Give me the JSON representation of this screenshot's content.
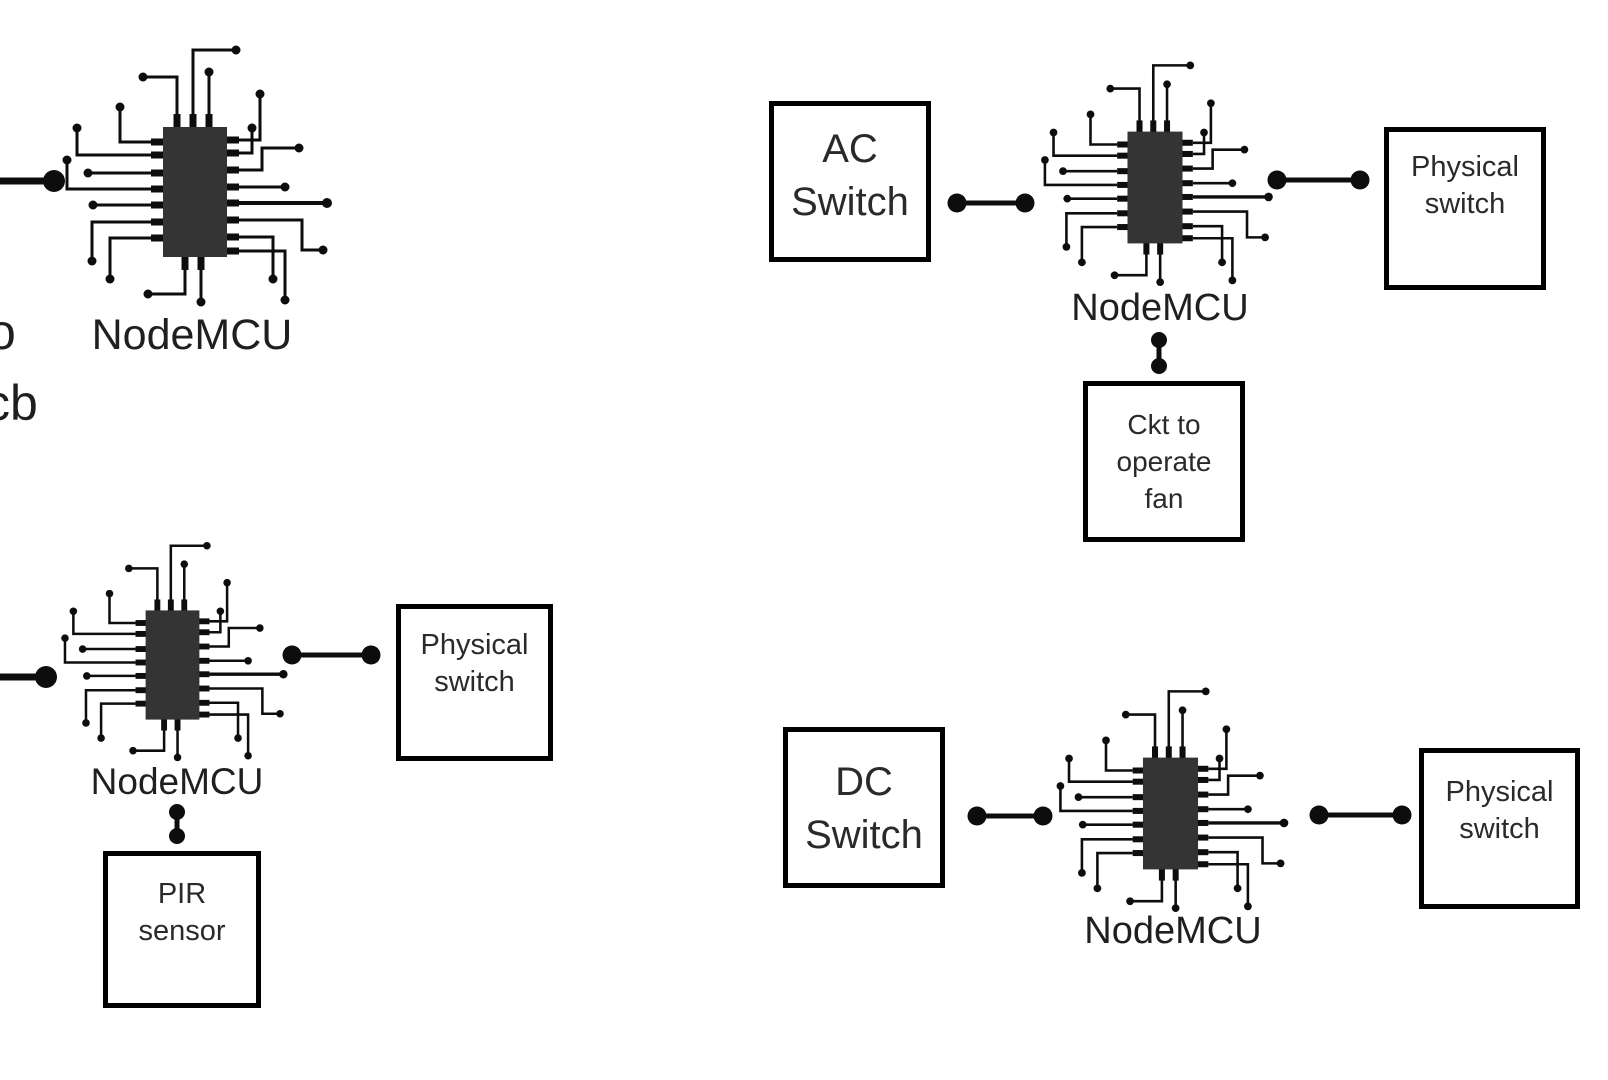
{
  "diagram": {
    "title_hint": "NodeMCU home-automation circuit diagram",
    "colors": {
      "background": "#ffffff",
      "ink": "#0d0d0d",
      "chip_body": "#343434",
      "box_border": "#000000",
      "text": "#222222"
    },
    "chips": {
      "top_left": {
        "label": "NodeMCU"
      },
      "top_right": {
        "label": "NodeMCU"
      },
      "bottom_left": {
        "label": "NodeMCU"
      },
      "bottom_right": {
        "label": "NodeMCU"
      }
    },
    "boxes": {
      "ac_switch": {
        "lines": [
          "AC",
          "Switch"
        ]
      },
      "physical_switch_top_right": {
        "lines": [
          "Physical",
          "switch"
        ]
      },
      "ckt_operate_fan": {
        "lines": [
          "Ckt to",
          "operate",
          "fan"
        ]
      },
      "physical_switch_bottom_left": {
        "lines": [
          "Physical",
          "switch"
        ]
      },
      "pir_sensor": {
        "lines": [
          "PIR",
          "sensor"
        ]
      },
      "dc_switch": {
        "lines": [
          "DC",
          "Switch"
        ]
      },
      "physical_switch_bottom_right": {
        "lines": [
          "Physical",
          "switch"
        ]
      }
    },
    "edge_fragments": {
      "line1": "o",
      "line2": "cb"
    }
  }
}
